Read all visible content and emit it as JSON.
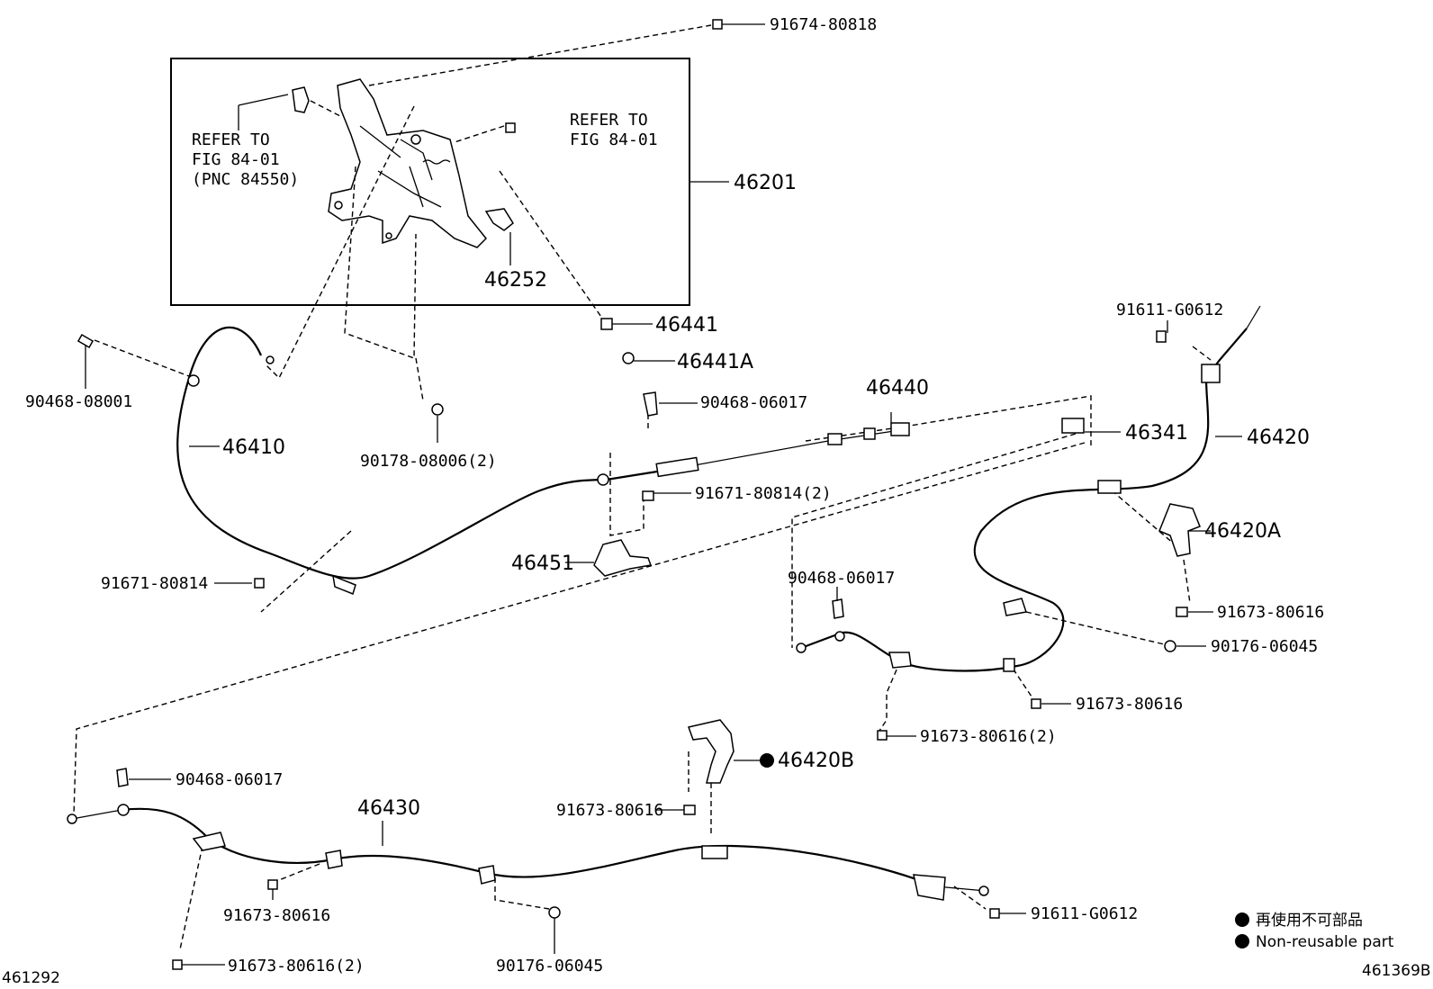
{
  "labels": {
    "p91674_80818": "91674-80818",
    "p46201": "46201",
    "p46252": "46252",
    "p46441": "46441",
    "p46441A": "46441A",
    "p90468_08001": "90468-08001",
    "p46410": "46410",
    "p90178_08006": "90178-08006(2)",
    "p90468_06017_a": "90468-06017",
    "p46440": "46440",
    "p46341": "46341",
    "p91611_G0612_a": "91611-G0612",
    "p46420": "46420",
    "p91671_80814_2": "91671-80814(2)",
    "p46451": "46451",
    "p91671_80814": "91671-80814",
    "p46420A": "46420A",
    "p90468_06017_b": "90468-06017",
    "p91673_80616_a": "91673-80616",
    "p90176_06045_a": "90176-06045",
    "p91673_80616_b": "91673-80616",
    "p91673_80616_2a": "91673-80616(2)",
    "p46420B": "46420B",
    "p90468_06017_c": "90468-06017",
    "p91673_80616_c": "91673-80616",
    "p46430": "46430",
    "p91673_80616_d": "91673-80616",
    "p91611_G0612_b": "91611-G0612",
    "p90176_06045_b": "90176-06045",
    "p91673_80616_2b": "91673-80616(2)"
  },
  "refer_left": [
    "REFER TO",
    "FIG 84-01",
    "(PNC 84550)"
  ],
  "refer_right": [
    "REFER TO",
    "FIG 84-01"
  ],
  "legend": {
    "jp": "再使用不可部品",
    "en": "Non-reusable part"
  },
  "figure_id_left": "461292",
  "figure_id_right": "461369B"
}
